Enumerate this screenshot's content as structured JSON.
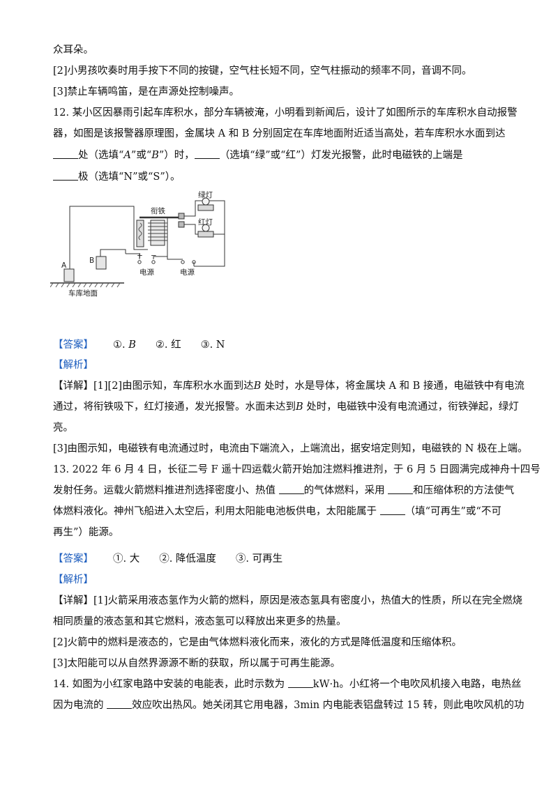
{
  "lines": {
    "l1": "众耳朵。",
    "l2": "[2]小男孩吹奏时用手按下不同的按键，空气柱长短不同，空气柱振动的频率不同，音调不同。",
    "l3": "[3]禁止车辆鸣笛，是在声源处控制噪声。",
    "q12_a": "12. 某小区因暴雨引起车库积水，部分车辆被淹，小明看到新闻后，设计了如图所示的车库积水自动报警",
    "q12_b": "器，如图是该报警器原理图，金属块 A 和 B 分别固定在车库地面附近适当高处，若车库积水水面到达",
    "q12_c1": "处（选填“",
    "q12_c_A": "A",
    "q12_c2": "”或“",
    "q12_c_B": "B",
    "q12_c3": "”）时，",
    "q12_c4": "（选填“绿”或“红”）灯发光报警，此时电磁铁的上端是",
    "q12_d": "极（选填“N”或“S”）。",
    "ans12_tag": "【答案】",
    "ans12_1": "①. ",
    "ans12_1v": "B",
    "ans12_2": "②. 红",
    "ans12_3": "③. N",
    "jiexi12": "【解析】",
    "detail12_a1": "【详解】[1][2]由图示知，车库积水水面到达",
    "detail12_a_B": "B",
    "detail12_a2": " 处时，水是导体，将金属块 A 和 B 接通，电磁铁中有电流",
    "detail12_b1": "通过，将衔铁吸下，红灯接通，发光报警。水面未达到",
    "detail12_b_B": "B",
    "detail12_b2": " 处时，电磁铁中没有电流通过，衔铁弹起，绿灯",
    "detail12_c": "亮。",
    "detail12_d": "[3]由图示知，电磁铁有电流通过时，电流由下端流入，上端流出，据安培定则知，电磁铁的 N 极在上端。",
    "q13_a": "13. 2022 年 6 月 4 日，长征二号 F 遥十四运载火箭开始加注燃料推进剂，于 6 月 5 日圆满完成神舟十四号",
    "q13_b1": "发射任务。运载火箭燃料推进剂选择密度小、热值",
    "q13_b2": "的气体燃料，采用",
    "q13_b3": "和压缩体积的方法使气",
    "q13_c1": "体燃料液化。神州飞船进入太空后，利用太阳能电池板供电，太阳能属于",
    "q13_c2": "（填“可再生”或“不可",
    "q13_d": "再生”）能源。",
    "ans13_tag": "【答案】",
    "ans13_1": "①. 大",
    "ans13_2": "②. 降低温度",
    "ans13_3": "③. 可再生",
    "jiexi13": "【解析】",
    "detail13_a": "【详解】[1]火箭采用液态氢作为火箭的燃料，原因是液态氢具有密度小，热值大的性质，所以在完全燃烧",
    "detail13_b": "相同质量的液态氢和其它燃料，液态氢可以释放出来更多的热量。",
    "detail13_c": "[2]火箭中的燃料是液态的，它是由气体燃料液化而来，液化的方式是降低温度和压缩体积。",
    "detail13_d": "[3]太阳能可以从自然界源源不断的获取，所以属于可再生能源。",
    "q14_a1": "14. 如图为小红家电路中安装的电能表，此时示数为",
    "q14_a2": "kW·h。小红将一个电吹风机接入电路，电热丝",
    "q14_b1": "因为电流的",
    "q14_b2": "效应吹出热风。她关闭其它用电器，3min 内电能表铝盘转过 15 转，则此电吹风机的功"
  },
  "diagram": {
    "green_lamp": "绿灯",
    "armature": "衔铁",
    "red_lamp": "红灯",
    "block_a": "A",
    "block_b": "B",
    "plus": "+",
    "minus": "−",
    "power1": "电源",
    "power2": "电源",
    "ground": "车库地面"
  },
  "colors": {
    "answer_tag": "#1f5fbf",
    "text": "#111111"
  }
}
